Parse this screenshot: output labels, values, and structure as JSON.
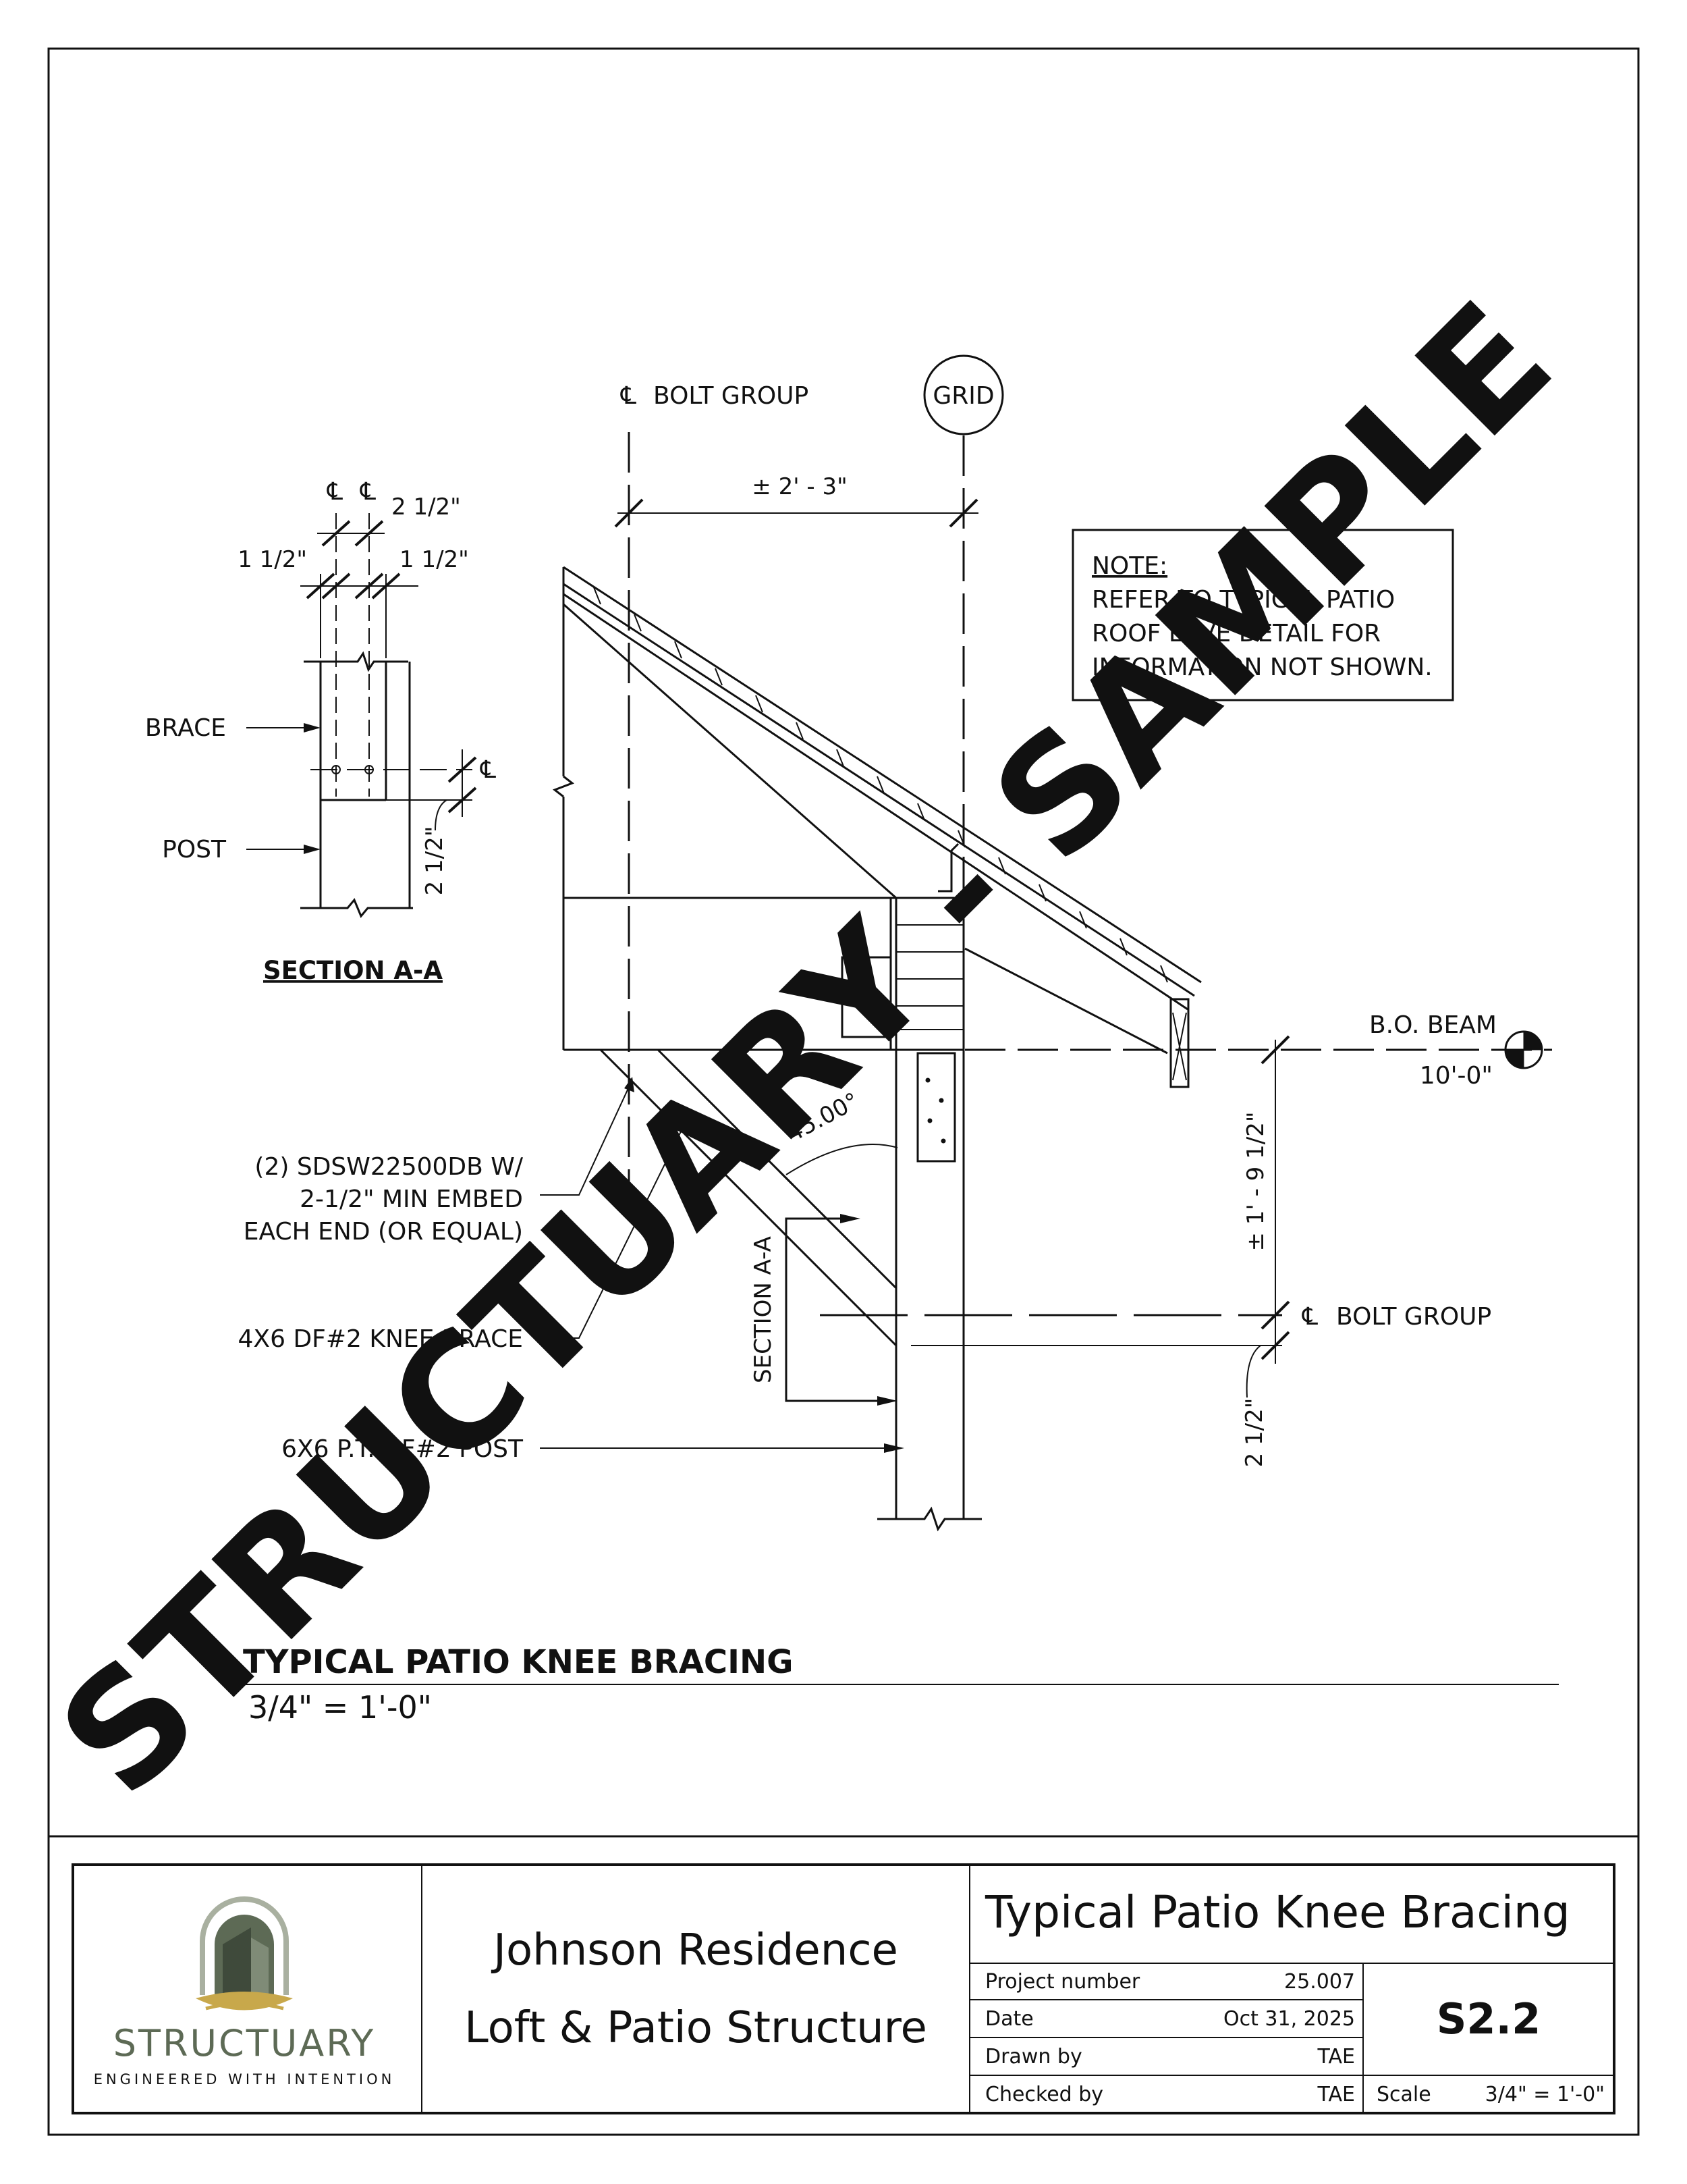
{
  "detail": {
    "title": "TYPICAL PATIO KNEE BRACING",
    "scale": "3/4\" = 1'-0\""
  },
  "watermark": "STRUCTUARY - SAMPLE",
  "note": {
    "heading": "NOTE:",
    "lines": [
      "REFER TO TYPICAL PATIO",
      "ROOF EAVE DETAIL FOR",
      "INFORMATION NOT SHOWN."
    ]
  },
  "grid": {
    "bubble": "GRID"
  },
  "dimensions": {
    "bolt_group_top": "BOLT GROUP",
    "horizontal": "± 2' - 3\"",
    "vertical": "± 1' - 9 1/2\"",
    "edge_bottom": "2 1/2\"",
    "bolt_group_right": "BOLT GROUP",
    "angle": "45.00°"
  },
  "beam": {
    "label": "B.O. BEAM",
    "elevation": "10'-0\""
  },
  "callouts": {
    "screws": [
      "(2) SDSW22500DB W/",
      "2-1/2\" MIN EMBED",
      "EACH END (OR EQUAL)"
    ],
    "brace": "4X6 DF#2 KNEE BRACE",
    "post": "6X6 P.T. DF#2 POST",
    "section_cut": "SECTION A-A"
  },
  "section": {
    "title": "SECTION A-A",
    "cl": "℄",
    "dim_top": "2 1/2\"",
    "dim_left": "1 1/2\"",
    "dim_right": "1 1/2\"",
    "dim_side": "2 1/2\"",
    "brace_label": "BRACE",
    "post_label": "POST"
  },
  "title_block": {
    "brand": "STRUCTUARY",
    "tagline": "ENGINEERED WITH INTENTION",
    "project_line1": "Johnson Residence",
    "project_line2": "Loft & Patio Structure",
    "sheet_title": "Typical Patio Knee Bracing",
    "fields": [
      {
        "label": "Project number",
        "value": "25.007"
      },
      {
        "label": "Date",
        "value": "Oct 31, 2025"
      },
      {
        "label": "Drawn by",
        "value": "TAE"
      },
      {
        "label": "Checked by",
        "value": "TAE"
      }
    ],
    "sheet_number": "S2.2",
    "scale_label": "Scale",
    "scale_value": "3/4\" = 1'-0\""
  },
  "colors": {
    "logo_green": "#5d6a55",
    "logo_dark": "#3f4a3b",
    "logo_gold": "#c8a84b",
    "watermark": "#cfcfcf"
  }
}
